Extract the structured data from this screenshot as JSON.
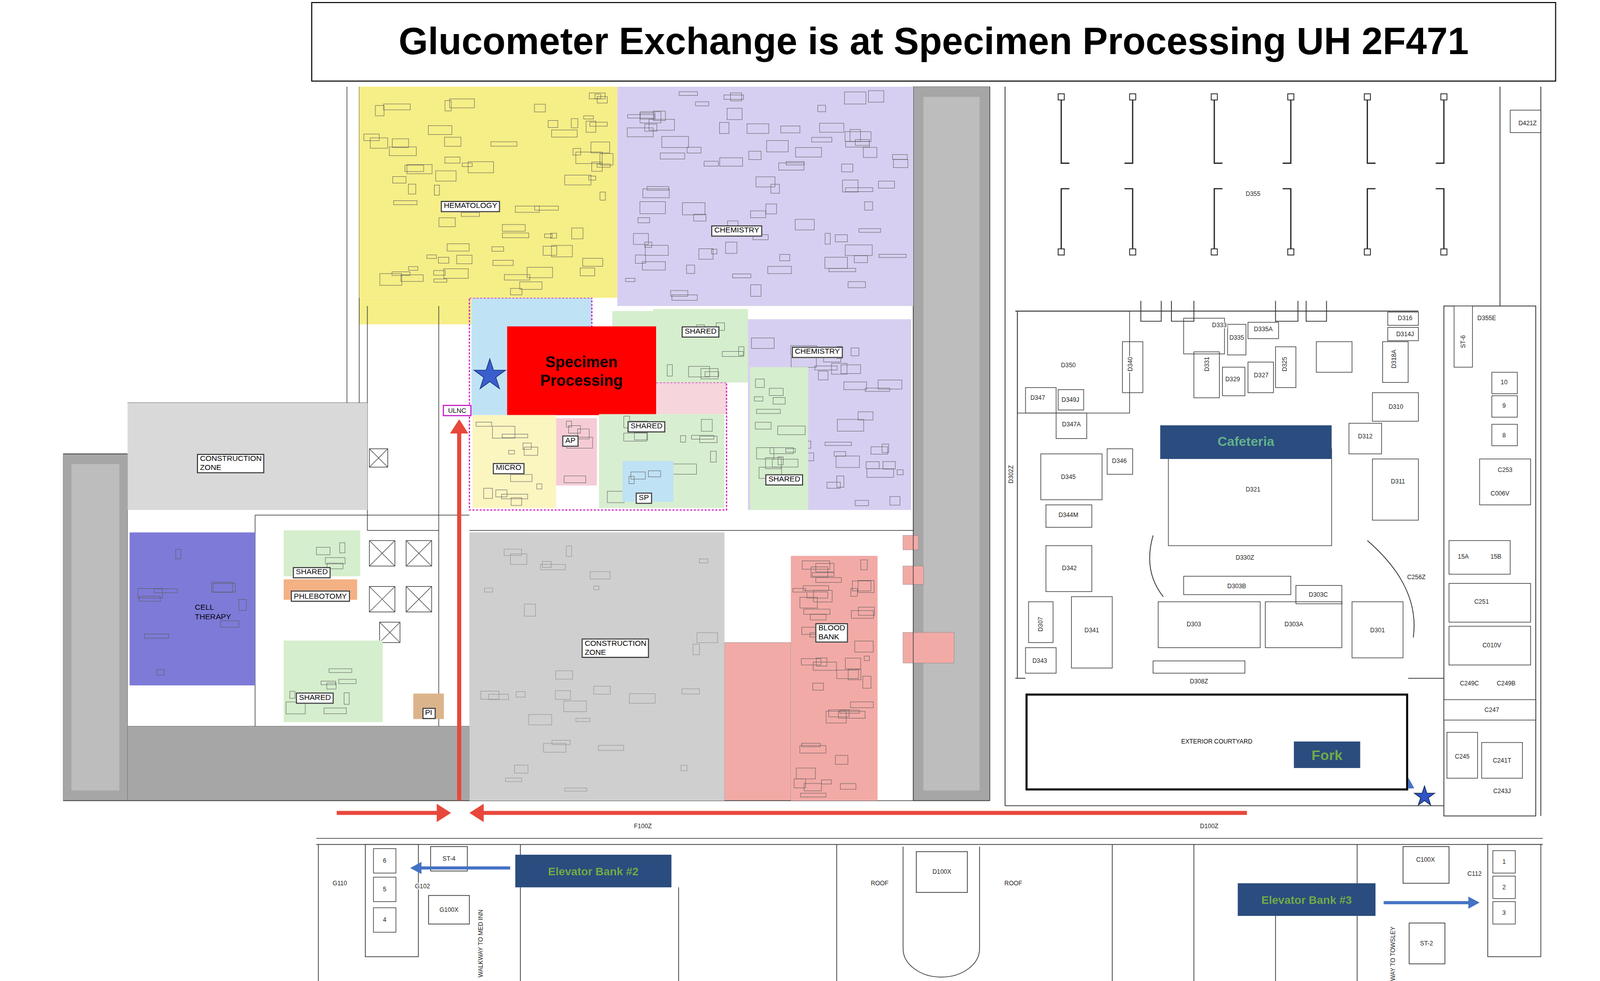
{
  "diagram": {
    "title": "Glucometer Exchange is at Specimen Processing UH 2F471",
    "nodes": [
      {
        "text": [
          "HEMATOLOGY"
        ]
      },
      {
        "text": [
          "CHEMISTRY"
        ]
      },
      {
        "text": [
          "SHARED"
        ]
      },
      {
        "text": [
          "CHEMISTRY"
        ]
      },
      {
        "text": [
          "Specimen Processing"
        ]
      },
      {
        "text": [
          "ULNC"
        ]
      },
      {
        "text": [
          "MICRO"
        ]
      },
      {
        "text": [
          "AP"
        ]
      },
      {
        "text": [
          "SHARED"
        ]
      },
      {
        "text": [
          "SP"
        ]
      },
      {
        "text": [
          "SHARED"
        ]
      },
      {
        "text": [
          "CONSTRUCTION ZONE"
        ]
      },
      {
        "text": [
          "CELL THERAPY"
        ]
      },
      {
        "text": [
          "SHARED"
        ]
      },
      {
        "text": [
          "PHLEBOTOMY"
        ]
      },
      {
        "text": [
          "SHARED"
        ]
      },
      {
        "text": [
          "PI"
        ]
      },
      {
        "text": [
          "CONSTRUCTION ZONE"
        ]
      },
      {
        "text": [
          "BLOOD BANK"
        ]
      },
      {
        "text": [
          "Cafeteria"
        ]
      },
      {
        "text": [
          "EXTERIOR COURTYARD"
        ]
      },
      {
        "text": [
          "Fork"
        ]
      },
      {
        "text": [
          "Elevator Bank #2"
        ]
      },
      {
        "text": [
          "Elevator Bank #3"
        ]
      }
    ],
    "labels": [
      "D421Z",
      "D355",
      "D333",
      "D335",
      "D335A",
      "D350",
      "D340",
      "D331",
      "D329",
      "D327",
      "D325",
      "D316",
      "D314J",
      "D318A",
      "D347",
      "D349J",
      "D347A",
      "D310",
      "D312",
      "D346",
      "D345",
      "D302Z",
      "D321",
      "D311",
      "D344M",
      "D330Z",
      "D342",
      "D303B",
      "D303C",
      "C256Z",
      "D307",
      "D341",
      "D303",
      "D303A",
      "D301",
      "D343",
      "D308Z",
      "D355E",
      "ST-6",
      "10",
      "9",
      "8",
      "C253",
      "C006V",
      "15A",
      "15B",
      "C251",
      "C010V",
      "C249C",
      "C249B",
      "C247",
      "C245",
      "C241T",
      "C243J",
      "F100Z",
      "D100Z",
      "G110",
      "G102",
      "6",
      "5",
      "4",
      "ST-4",
      "G100X",
      "WALKWAY TO MED INN",
      "ROOF",
      "D100X",
      "ROOF",
      "C100X",
      "C112",
      "1",
      "2",
      "3",
      "ST-2",
      "WAY TO TOWSLEY"
    ]
  }
}
